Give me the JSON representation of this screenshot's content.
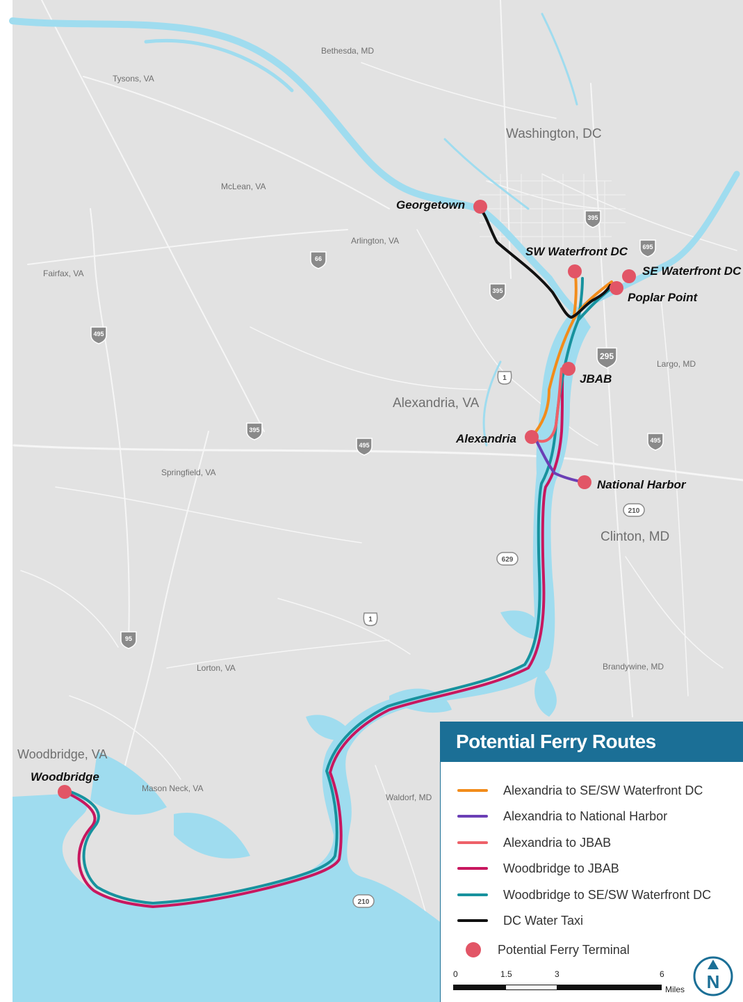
{
  "colors": {
    "land": "#e2e2e2",
    "water": "#9fdcef",
    "road": "#f6f6f6",
    "legend_header": "#1b6f96",
    "terminal": "#e25566"
  },
  "places": {
    "bethesda": "Bethesda, MD",
    "tysons": "Tysons, VA",
    "washington": "Washington, DC",
    "mclean": "McLean, VA",
    "arlington": "Arlington, VA",
    "fairfax": "Fairfax, VA",
    "largo": "Largo, MD",
    "alexandria_va": "Alexandria, VA",
    "springfield": "Springfield, VA",
    "clinton": "Clinton, MD",
    "lorton": "Lorton, VA",
    "brandywine": "Brandywine, MD",
    "woodbridge_va": "Woodbridge, VA",
    "mason_neck": "Mason Neck, VA",
    "waldorf": "Waldorf, MD"
  },
  "terminals": {
    "georgetown": "Georgetown",
    "sw_waterfront": "SW Waterfront DC",
    "se_waterfront": "SE Waterfront DC",
    "poplar_point": "Poplar Point",
    "jbab": "JBAB",
    "alexandria": "Alexandria",
    "national_harbor": "National Harbor",
    "woodbridge": "Woodbridge"
  },
  "shields": {
    "i395_dc": "395",
    "i695": "695",
    "i66": "66",
    "i395_arl": "395",
    "i495_w": "495",
    "i295": "295",
    "us1_n": "1",
    "i395_spr": "395",
    "i495_c": "495",
    "i495_e": "495",
    "md210_n": "210",
    "sr629": "629",
    "us1_s": "1",
    "i95": "95",
    "md210_s": "210"
  },
  "legend": {
    "title": "Potential Ferry Routes",
    "items": [
      {
        "label": "Alexandria to SE/SW Waterfront DC",
        "color": "#f28c1b"
      },
      {
        "label": "Alexandria to National Harbor",
        "color": "#6b3fb5"
      },
      {
        "label": "Alexandria to JBAB",
        "color": "#ee6169"
      },
      {
        "label": "Woodbridge to JBAB",
        "color": "#c8175f"
      },
      {
        "label": "Woodbridge to SE/SW Waterfront DC",
        "color": "#17929e"
      },
      {
        "label": "DC Water Taxi",
        "color": "#111111"
      }
    ],
    "terminal_label": "Potential Ferry Terminal",
    "scale": {
      "ticks": [
        "0",
        "1.5",
        "3",
        "6"
      ],
      "unit": "Miles"
    },
    "north": "N"
  }
}
